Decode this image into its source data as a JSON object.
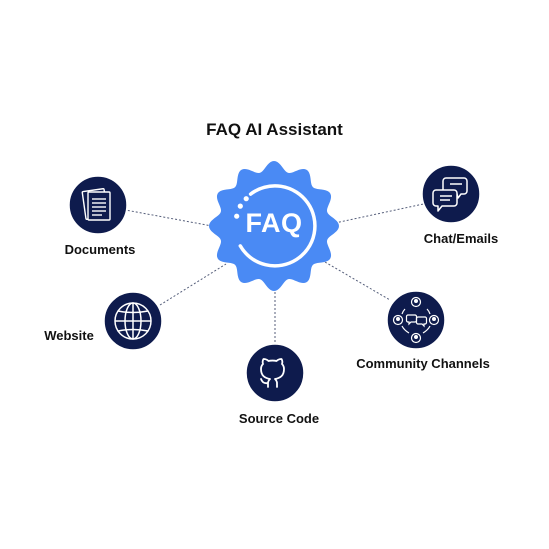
{
  "title": "FAQ AI Assistant",
  "center": {
    "label": "FAQ",
    "fill_color": "#4a8af4",
    "ring_color": "#ffffff"
  },
  "colors": {
    "node_fill": "#0e1b4d",
    "node_stroke": "#ffffff",
    "connector": "#555e7a",
    "text": "#111111"
  },
  "nodes": [
    {
      "id": "documents",
      "label": "Documents",
      "icon": "documents-icon"
    },
    {
      "id": "chat-emails",
      "label": "Chat/Emails",
      "icon": "chat-bubbles-icon"
    },
    {
      "id": "website",
      "label": "Website",
      "icon": "globe-icon"
    },
    {
      "id": "community-channels",
      "label": "Community Channels",
      "icon": "community-network-icon"
    },
    {
      "id": "source-code",
      "label": "Source Code",
      "icon": "github-icon"
    }
  ]
}
